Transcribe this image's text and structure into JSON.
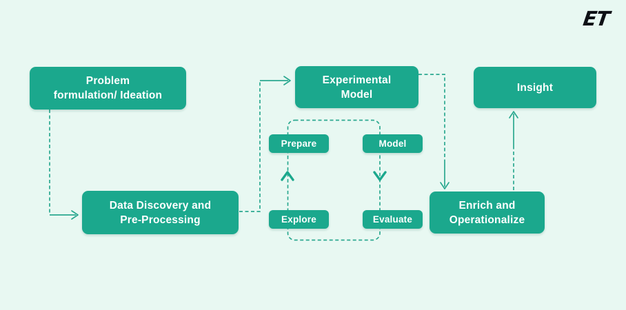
{
  "logo": {
    "text": "ET"
  },
  "colors": {
    "background": "#E8F8F2",
    "node_fill": "#1BA88D",
    "node_text": "#FFFFFF",
    "connector_line": "#2BA890",
    "logo_text": "#0E1116"
  },
  "nodes": {
    "problem": {
      "line1": "Problem",
      "line2": "formulation/ Ideation"
    },
    "discovery": {
      "line1": "Data Discovery and",
      "line2": "Pre-Processing"
    },
    "experimental": {
      "line1": "Experimental",
      "line2": "Model"
    },
    "insight": {
      "line1": "Insight"
    },
    "enrich": {
      "line1": "Enrich and",
      "line2": "Operationalize"
    },
    "prepare": {
      "label": "Prepare"
    },
    "model": {
      "label": "Model"
    },
    "explore": {
      "label": "Explore"
    },
    "evaluate": {
      "label": "Evaluate"
    }
  },
  "connections": [
    {
      "from": "Problem formulation/ Ideation",
      "to": "Data Discovery and Pre-Processing",
      "style": "dashed-elbow-arrow"
    },
    {
      "from": "Data Discovery and Pre-Processing",
      "to": "Experimental Model",
      "style": "dashed-elbow-arrow"
    },
    {
      "from": "Experimental Model",
      "to": "Enrich and Operationalize",
      "style": "dashed-elbow-arrow"
    },
    {
      "from": "Enrich and Operationalize",
      "to": "Insight",
      "style": "dashed-arrow"
    },
    {
      "from": "Model",
      "to": "Evaluate",
      "style": "cycle-chevron-down"
    },
    {
      "from": "Explore",
      "to": "Prepare",
      "style": "cycle-chevron-up"
    }
  ],
  "cycle_group": {
    "members": [
      "Prepare",
      "Model",
      "Evaluate",
      "Explore"
    ],
    "border": "dashed-rounded-rect"
  }
}
